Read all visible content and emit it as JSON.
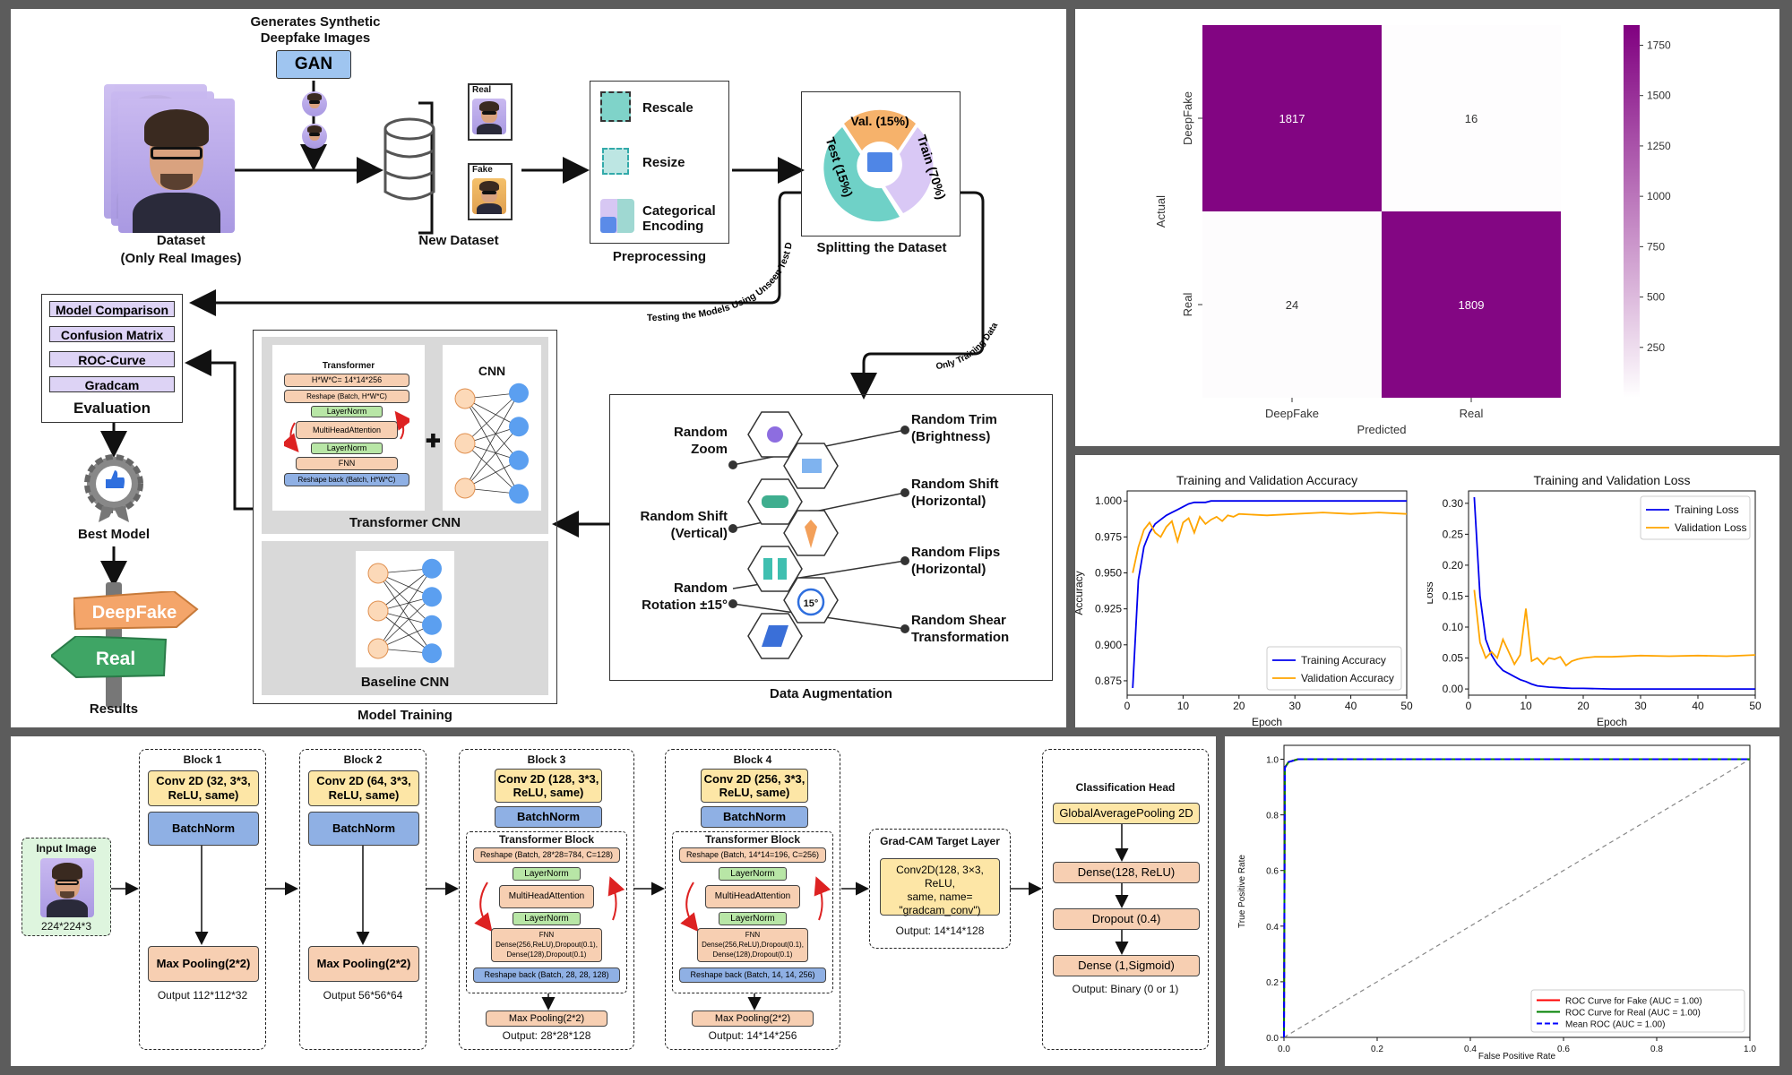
{
  "pipeline": {
    "gan_caption": "Generates Synthetic\nDeepfake Images",
    "gan_label": "GAN",
    "dataset_label": "Dataset",
    "dataset_sub": "(Only Real Images)",
    "real_tag": "Real",
    "fake_tag": "Fake",
    "new_dataset_label": "New Dataset",
    "preproc_items": [
      "Rescale",
      "Resize",
      "Categorical",
      "Encoding"
    ],
    "preproc_label": "Preprocessing",
    "split_val": "Val. (15%)",
    "split_test": "Test (15%)",
    "split_train": "Train (70%)",
    "split_label": "Splitting the Dataset",
    "testing_note": "Testing the Models Using Unseen Test Data",
    "training_note": "Only Training Data",
    "eval_items": [
      "Model Comparison",
      "Confusion Matrix",
      "ROC-Curve",
      "Gradcam"
    ],
    "eval_label": "Evaluation",
    "best_model_label": "Best Model",
    "sign_deepfake": "DeepFake",
    "sign_real": "Real",
    "results_label": "Results",
    "transformer_title": "Transformer",
    "transformer_rows": [
      "H*W*C= 14*14*256",
      "Reshape (Batch, H*W*C)",
      "LayerNorm",
      "MultiHeadAttention",
      "LayerNorm",
      "FNN",
      "Reshape back (Batch, H*W*C)"
    ],
    "cnn_label": "CNN",
    "transformer_cnn_label": "Transformer CNN",
    "baseline_cnn_label": "Baseline CNN",
    "model_training_label": "Model Training",
    "aug_left": [
      "Random\nZoom",
      "Random Shift\n(Vertical)",
      "Random\nRotation ±15°"
    ],
    "aug_right": [
      "Random Trim\n(Brightness)",
      "Random Shift\n(Horizontal)",
      "Random Flips\n(Horizontal)",
      "Random Shear\nTransformation"
    ],
    "aug_label": "Data Augmentation",
    "rotation_badge": "15°"
  },
  "confusion": {
    "row_labels": [
      "DeepFake",
      "Real"
    ],
    "col_labels": [
      "DeepFake",
      "Real"
    ],
    "values": [
      [
        1817,
        16
      ],
      [
        24,
        1809
      ]
    ],
    "xlabel": "Predicted",
    "ylabel": "Actual",
    "colorbar_ticks": [
      250,
      500,
      750,
      1000,
      1250,
      1500,
      1750
    ],
    "high_color": "#800080",
    "low_color": "#ffffff"
  },
  "architecture": {
    "input_title": "Input Image",
    "input_size": "224*224*3",
    "blocks": [
      {
        "title": "Block 1",
        "conv": "Conv 2D (32, 3*3,\nReLU, same)",
        "bn": "BatchNorm",
        "pool": "Max Pooling(2*2)",
        "output": "Output 112*112*32"
      },
      {
        "title": "Block 2",
        "conv": "Conv 2D (64, 3*3,\nReLU, same)",
        "bn": "BatchNorm",
        "pool": "Max Pooling(2*2)",
        "output": "Output 56*56*64"
      },
      {
        "title": "Block 3",
        "conv": "Conv 2D (128, 3*3,\nReLU, same)",
        "bn": "BatchNorm",
        "tb_title": "Transformer Block",
        "reshape": "Reshape (Batch, 28*28=784, C=128)",
        "ln1": "LayerNorm",
        "mha": "MultiHeadAttention",
        "ln2": "LayerNorm",
        "fnn": "FNN\nDense(256,ReLU),Dropout(0.1),\nDense(128),Dropout(0.1)",
        "reshape_back": "Reshape back (Batch, 28, 28, 128)",
        "pool": "Max Pooling(2*2)",
        "output": "Output: 28*28*128"
      },
      {
        "title": "Block 4",
        "conv": "Conv 2D (256, 3*3,\nReLU, same)",
        "bn": "BatchNorm",
        "tb_title": "Transformer Block",
        "reshape": "Reshape (Batch, 14*14=196, C=256)",
        "ln1": "LayerNorm",
        "mha": "MultiHeadAttention",
        "ln2": "LayerNorm",
        "fnn": "FNN\nDense(256,ReLU),Dropout(0.1),\nDense(128),Dropout(0.1)",
        "reshape_back": "Reshape back (Batch, 14, 14, 256)",
        "pool": "Max Pooling(2*2)",
        "output": "Output: 14*14*256"
      }
    ],
    "gradcam_title": "Grad-CAM Target Layer",
    "gradcam_body": "Conv2D(128, 3×3, ReLU,\nsame, name=\n\"gradcam_conv\")",
    "gradcam_output": "Output: 14*14*128",
    "head_title": "Classification Head",
    "head_layers": [
      "GlobalAveragePooling 2D",
      "Dense(128, ReLU)",
      "Dropout (0.4)",
      "Dense (1,Sigmoid)"
    ],
    "head_output": "Output: Binary (0 or 1)"
  },
  "chart_data": [
    {
      "type": "line",
      "title": "Training and Validation Accuracy",
      "xlabel": "Epoch",
      "ylabel": "Accuracy",
      "xlim": [
        0,
        50
      ],
      "ylim": [
        0.865,
        1.007
      ],
      "xticks": [
        0,
        10,
        20,
        30,
        40,
        50
      ],
      "yticks": [
        0.875,
        0.9,
        0.925,
        0.95,
        0.975,
        1.0
      ],
      "legend": "bottom-right",
      "grid": false,
      "series": [
        {
          "name": "Training Accuracy",
          "color": "#0000ee",
          "x": [
            1,
            2,
            3,
            4,
            5,
            6,
            7,
            8,
            9,
            10,
            11,
            12,
            13,
            14,
            15,
            16,
            17,
            18,
            19,
            20,
            25,
            30,
            35,
            40,
            45,
            50
          ],
          "y": [
            0.87,
            0.945,
            0.968,
            0.978,
            0.984,
            0.987,
            0.99,
            0.992,
            0.994,
            0.996,
            0.998,
            0.999,
            0.999,
            0.999,
            1.0,
            1.0,
            1.0,
            1.0,
            1.0,
            1.0,
            1.0,
            1.0,
            1.0,
            1.0,
            1.0,
            1.0
          ]
        },
        {
          "name": "Validation Accuracy",
          "color": "#ffa500",
          "x": [
            1,
            2,
            3,
            4,
            5,
            6,
            7,
            8,
            9,
            10,
            11,
            12,
            13,
            14,
            15,
            16,
            17,
            18,
            19,
            20,
            25,
            30,
            35,
            40,
            45,
            50
          ],
          "y": [
            0.95,
            0.968,
            0.98,
            0.985,
            0.978,
            0.975,
            0.982,
            0.986,
            0.972,
            0.985,
            0.988,
            0.978,
            0.989,
            0.984,
            0.987,
            0.989,
            0.986,
            0.99,
            0.989,
            0.991,
            0.99,
            0.991,
            0.992,
            0.991,
            0.992,
            0.991
          ]
        }
      ]
    },
    {
      "type": "line",
      "title": "Training and Validation Loss",
      "xlabel": "Epoch",
      "ylabel": "Loss",
      "xlim": [
        0,
        50
      ],
      "ylim": [
        -0.01,
        0.32
      ],
      "xticks": [
        0,
        10,
        20,
        30,
        40,
        50
      ],
      "yticks": [
        0.0,
        0.05,
        0.1,
        0.15,
        0.2,
        0.25,
        0.3
      ],
      "legend": "top-right",
      "grid": false,
      "series": [
        {
          "name": "Training Loss",
          "color": "#0000ee",
          "x": [
            1,
            2,
            3,
            4,
            5,
            6,
            7,
            8,
            9,
            10,
            11,
            12,
            14,
            16,
            18,
            20,
            25,
            30,
            35,
            40,
            45,
            50
          ],
          "y": [
            0.31,
            0.15,
            0.08,
            0.055,
            0.04,
            0.03,
            0.025,
            0.02,
            0.015,
            0.012,
            0.008,
            0.005,
            0.003,
            0.002,
            0.001,
            0.001,
            0.0,
            0.0,
            0.0,
            0.0,
            0.0,
            0.0
          ]
        },
        {
          "name": "Validation Loss",
          "color": "#ffa500",
          "x": [
            1,
            2,
            3,
            4,
            5,
            6,
            7,
            8,
            9,
            10,
            11,
            12,
            13,
            14,
            15,
            16,
            17,
            18,
            19,
            20,
            22,
            25,
            30,
            35,
            40,
            45,
            50
          ],
          "y": [
            0.16,
            0.075,
            0.05,
            0.06,
            0.05,
            0.08,
            0.06,
            0.04,
            0.055,
            0.13,
            0.045,
            0.05,
            0.04,
            0.05,
            0.048,
            0.052,
            0.038,
            0.045,
            0.048,
            0.05,
            0.052,
            0.052,
            0.054,
            0.053,
            0.054,
            0.053,
            0.055
          ]
        }
      ]
    },
    {
      "type": "line",
      "title": "",
      "xlabel": "False Positive Rate",
      "ylabel": "True Positive Rate",
      "xlim": [
        0,
        1
      ],
      "ylim": [
        0,
        1.05
      ],
      "xticks": [
        0.0,
        0.2,
        0.4,
        0.6,
        0.8,
        1.0
      ],
      "yticks": [
        0.0,
        0.2,
        0.4,
        0.6,
        0.8,
        1.0
      ],
      "legend": "bottom-right",
      "grid": false,
      "series": [
        {
          "name": "ROC Curve for Fake (AUC = 1.00)",
          "color": "#ff0000",
          "x": [
            0,
            0.002,
            0.01,
            0.03,
            1.0
          ],
          "y": [
            0,
            0.97,
            0.99,
            1.0,
            1.0
          ]
        },
        {
          "name": "ROC Curve for Real (AUC = 1.00)",
          "color": "#008000",
          "x": [
            0,
            0.002,
            0.01,
            0.03,
            1.0
          ],
          "y": [
            0,
            0.97,
            0.99,
            1.0,
            1.0
          ]
        },
        {
          "name": "Mean ROC (AUC = 1.00)",
          "color": "#0000ff",
          "x": [
            0,
            0.002,
            0.01,
            0.03,
            1.0
          ],
          "y": [
            0,
            0.97,
            0.99,
            1.0,
            1.0
          ]
        }
      ]
    }
  ]
}
